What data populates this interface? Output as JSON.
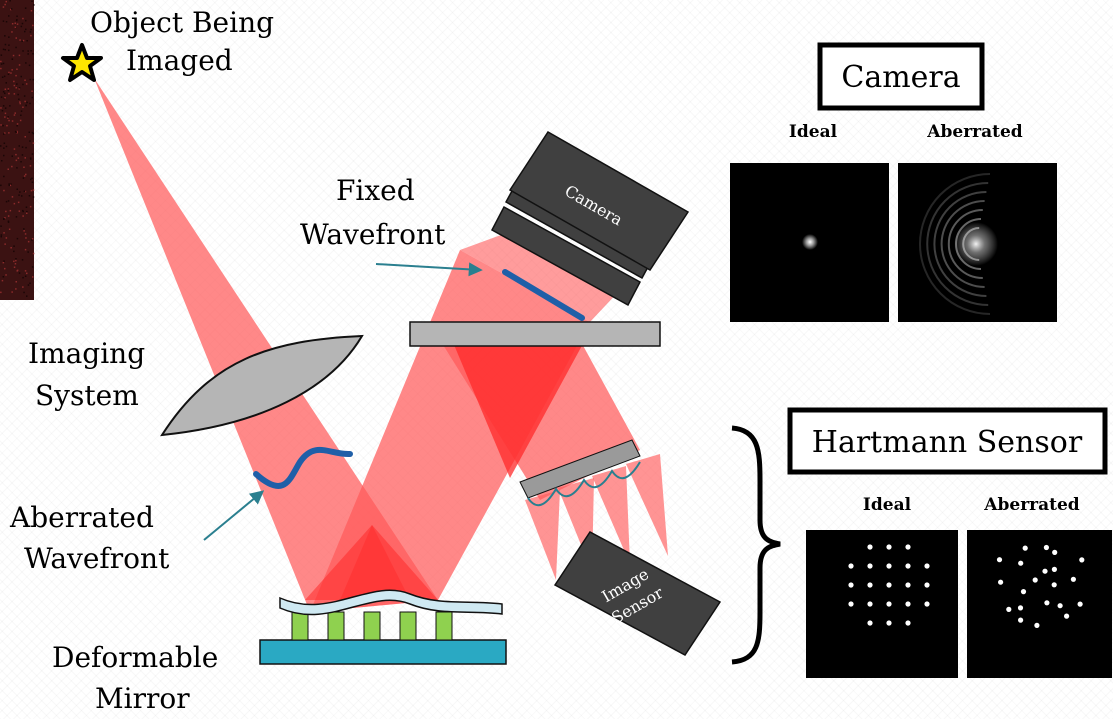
{
  "labels": {
    "object": [
      "Object Being",
      "Imaged"
    ],
    "fixed_wavefront": [
      "Fixed",
      "Wavefront"
    ],
    "imaging_system": [
      "Imaging",
      "System"
    ],
    "aberrated_wavefront": [
      "Aberrated",
      "Wavefront"
    ],
    "deformable_mirror": [
      "Deformable",
      "Mirror"
    ],
    "camera_device": "Camera",
    "image_sensor": [
      "Image",
      "Sensor"
    ]
  },
  "camera_panel": {
    "title": "Camera",
    "ideal": "Ideal",
    "aberrated": "Aberrated"
  },
  "hartmann_panel": {
    "title": "Hartmann Sensor",
    "ideal": "Ideal",
    "aberrated": "Aberrated"
  },
  "colors": {
    "beam": "#ff5a5a",
    "beam_overlap": "#ff2a2a",
    "wavefront": "#1f5fa8",
    "arrow": "#2a7f8f",
    "mirror_base": "#2aa9c3",
    "actuator": "#8fd14f",
    "device": "#404040",
    "lens": "#b5b5b5"
  }
}
